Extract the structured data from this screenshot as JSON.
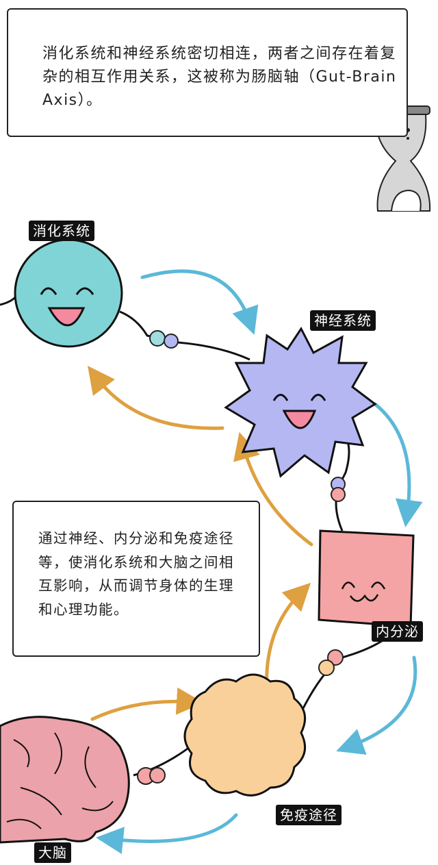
{
  "intro_text": "消化系统和神经系统密切相连，两者之间存在着复杂的相互作用关系，这被称为肠脑轴（Gut-Brain Axis）。",
  "detail_text": "通过神经、内分泌和免疫途径等，使消化系统和大脑之间相互影响，从而调节身体的生理和心理功能。",
  "labels": {
    "digestive": "消化系统",
    "nervous": "神经系统",
    "endocrine": "内分泌",
    "immune": "免疫途径",
    "brain": "大脑"
  },
  "colors": {
    "digestive": "#80d4d6",
    "nervous": "#b4b7f2",
    "endocrine": "#f4a4a4",
    "immune": "#f9d09a",
    "brain": "#eca2aa",
    "blue_arrow": "#5bb8d8",
    "orange_arrow": "#dea040"
  }
}
